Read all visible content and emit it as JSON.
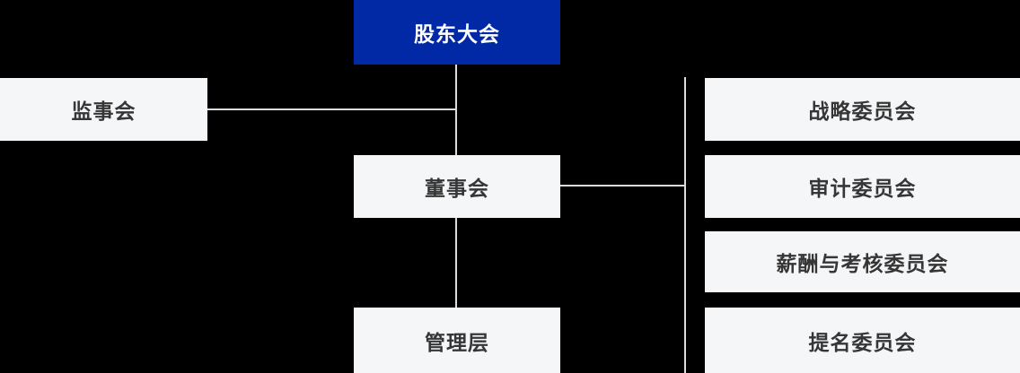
{
  "org_chart": {
    "title": "corporate-governance-structure",
    "colors": {
      "background": "#000000",
      "root_node_fill": "#0229a5",
      "root_node_text": "#ffffff",
      "node_fill": "#f5f6f8",
      "node_text": "#363636",
      "connector_line": "#dcdcdc"
    },
    "nodes": {
      "shareholders_meeting": {
        "label": "股东大会"
      },
      "supervisory_board": {
        "label": "监事会"
      },
      "board_of_directors": {
        "label": "董事会"
      },
      "management": {
        "label": "管理层"
      },
      "committees": [
        {
          "label": "战略委员会"
        },
        {
          "label": "审计委员会"
        },
        {
          "label": "薪酬与考核委员会"
        },
        {
          "label": "提名委员会"
        }
      ]
    }
  }
}
